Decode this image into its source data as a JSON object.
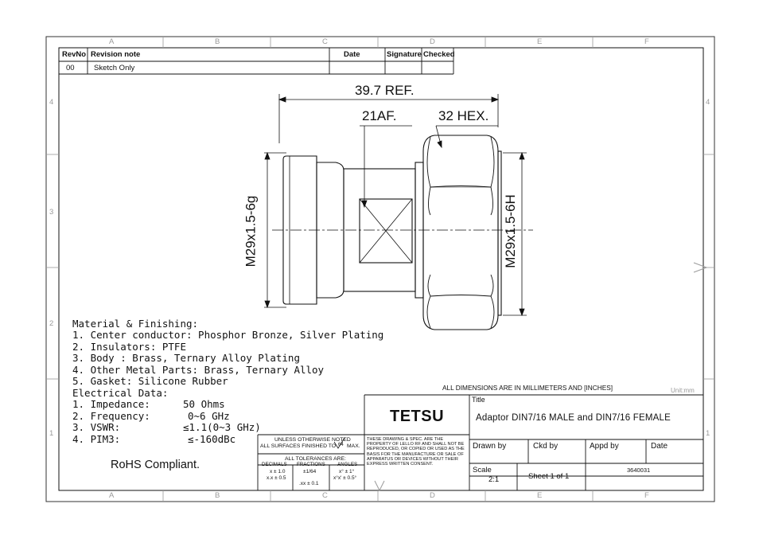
{
  "revision_table": {
    "headers": {
      "rev_no": "RevNo",
      "note": "Revision note",
      "date": "Date",
      "signature": "Signature",
      "checked": "Checked"
    },
    "rows": [
      {
        "rev_no": "00",
        "note": "Sketch Only"
      }
    ]
  },
  "border": {
    "columns": [
      "A",
      "B",
      "C",
      "D",
      "E",
      "F"
    ],
    "rows": [
      "4",
      "3",
      "2",
      "1"
    ]
  },
  "dimensions": {
    "overall_length": "39.7 REF.",
    "across_flats": "21AF.",
    "hex": "32 HEX.",
    "left_thread": "M29x1.5-6g",
    "right_thread": "M29x1.5-6H"
  },
  "notes": {
    "material_heading": "Material & Finishing:",
    "material_items": [
      "1. Center conductor: Phosphor Bronze, Silver Plating",
      "2. Insulators: PTFE",
      "3. Body : Brass, Ternary Alloy Plating",
      "4. Other Metal Parts: Brass, Ternary Alloy",
      "5. Gasket: Silicone Rubber"
    ],
    "electrical_heading": "Electrical Data:",
    "electrical_items": [
      {
        "label": "1. Impedance:",
        "value": "50 Ohms"
      },
      {
        "label": "2. Frequency:",
        "value": "0~6 GHz"
      },
      {
        "label": "3. VSWR:",
        "value": "≤1.1(0~3 GHz)"
      },
      {
        "label": "4. PIM3:",
        "value": "≤-160dBc"
      }
    ],
    "rohs": "RoHS Compliant."
  },
  "title_block": {
    "dimensions_note": "ALL DIMENSIONS ARE IN MILLIMETERS AND [INCHES]",
    "unit_label": "Unit:mm",
    "company": "TETSU",
    "title_label": "Title",
    "title": "Adaptor DIN7/16 MALE and DIN7/16 FEMALE",
    "finish_note_1": "UNLESS OTHERWISE NOTED",
    "finish_note_2": "ALL SURFACES FINISHED TO",
    "finish_mark": "64",
    "finish_suffix": "MAX.",
    "tolerance_heading": "ALL TOLERANCES ARE:",
    "tol_col_decimals": "DECIMALS",
    "tol_col_fractions": "FRACTIONS",
    "tol_col_angles": "ANGLES",
    "tol_dec_1": "x ± 1.0",
    "tol_dec_2": "x.x ± 0.5",
    "tol_dec_3": ".xx ± 0.1",
    "tol_frac": "±1/64",
    "tol_ang_1": "x° ± 1°",
    "tol_ang_2": "x°x' ± 0.5°",
    "proprietary": "THESE DRAWING & SPEC. ARE THE PROPERTY OF LELLO RF AND SHALL NOT BE REPRODUCED, OR COPIED OR USED AS THE BASIS FOR THE MANUFACTURE OR SALE OF APPARATUS OR DEVICES WITHOUT THEIR EXPRESS WRITTEN CONSENT.",
    "drawn_by": "Drawn by",
    "ckd_by": "Ckd by",
    "appd_by": "Appd by",
    "date": "Date",
    "scale_label": "Scale",
    "scale_value": "2:1",
    "sheet": "Sheet 1 of 1",
    "drawing_number": "3640031"
  },
  "colors": {
    "line": "#111111",
    "border_marks": "#9a9a9a"
  }
}
